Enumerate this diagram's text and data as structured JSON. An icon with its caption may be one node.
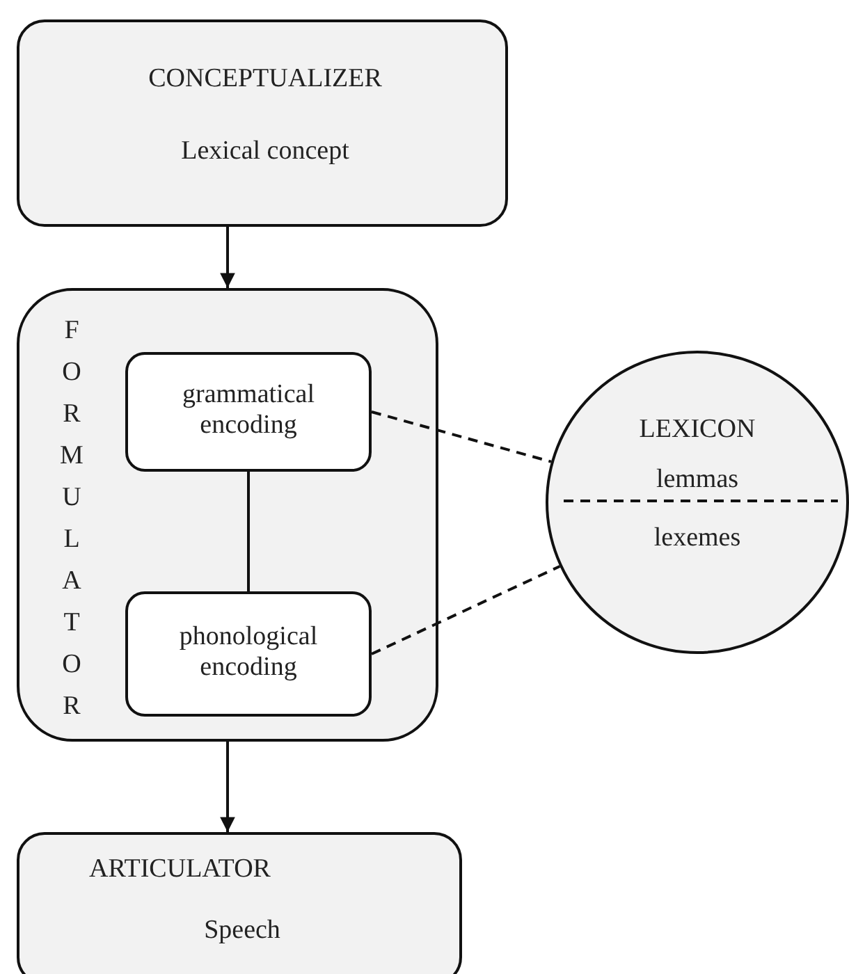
{
  "diagram": {
    "nodes": [
      {
        "text": [
          "CONCEPTUALIZER",
          "Lexical concept"
        ]
      },
      {
        "text": [
          "FORMULATOR"
        ]
      },
      {
        "text": [
          "grammatical encoding"
        ],
        "in": 1
      },
      {
        "text": [
          "phonological encoding"
        ],
        "in": 1
      },
      {
        "text": [
          "LEXICON",
          "lemmas",
          "lexemes"
        ]
      },
      {
        "text": [
          "ARTICULATOR",
          "Speech"
        ]
      }
    ],
    "edges": [
      {
        "from": 0,
        "to": 1,
        "arrow": "to"
      },
      {
        "from": 2,
        "to": 3,
        "arrow": "none"
      },
      {
        "from": 2,
        "to": 4,
        "arrow": "none",
        "style": "dashed"
      },
      {
        "from": 3,
        "to": 4,
        "arrow": "none",
        "style": "dashed"
      },
      {
        "from": 1,
        "to": 5,
        "arrow": "to"
      }
    ]
  }
}
